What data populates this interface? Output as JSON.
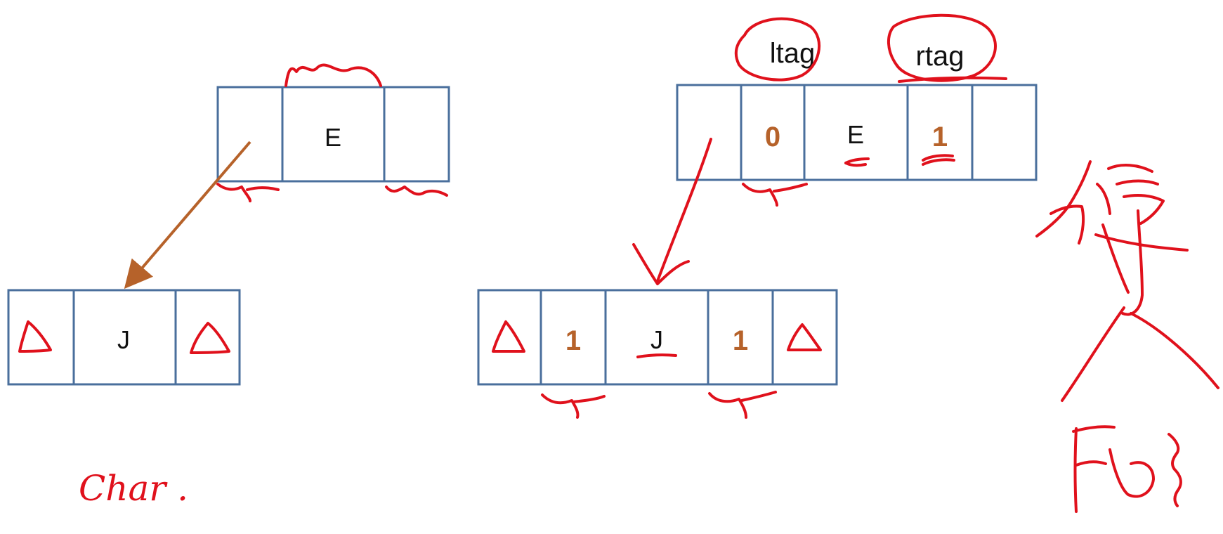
{
  "colors": {
    "cell_border": "#4a6f9c",
    "arrow": "#b6622a",
    "flag_value": "#b6622a",
    "ink": "#e0111c",
    "text": "#111111"
  },
  "left_parent": {
    "cells": [
      "",
      "E",
      ""
    ]
  },
  "left_child": {
    "cells": [
      "",
      "J",
      ""
    ]
  },
  "right_parent": {
    "cells": [
      "",
      "0",
      "E",
      "1",
      ""
    ]
  },
  "right_child": {
    "cells": [
      "",
      "1",
      "J",
      "1",
      ""
    ]
  },
  "tag_labels": {
    "ltag": "ltag",
    "rtag": "rtag"
  },
  "annotations": {
    "char_note": "Char ."
  }
}
